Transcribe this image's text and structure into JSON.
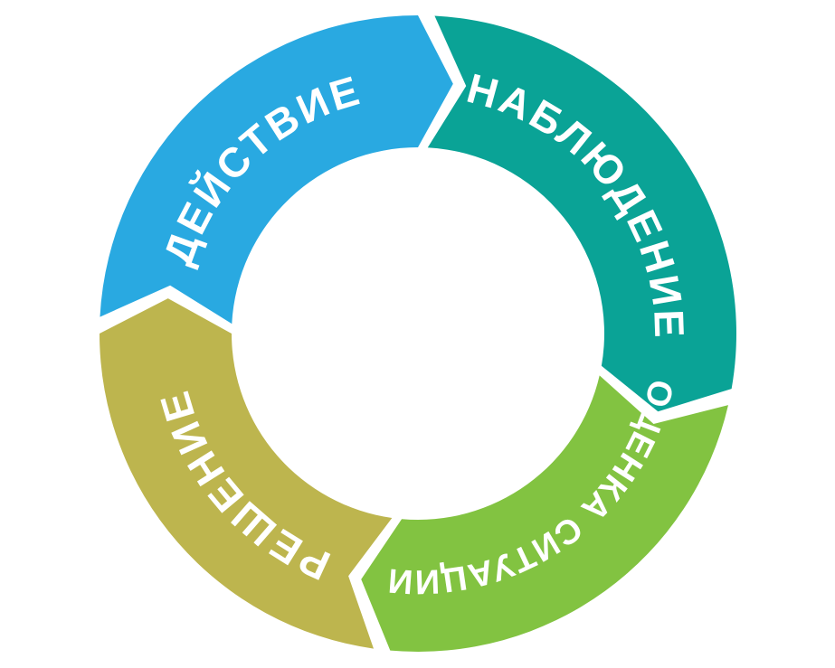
{
  "canvas": {
    "background_color": "#ffffff"
  },
  "diagram": {
    "type": "cycle-ring-arrow-diagram",
    "direction": "clockwise",
    "label_color": "#ffffff",
    "segments": [
      {
        "name": "action",
        "label": "ДЕЙСТВИЕ",
        "color": "#29a9e1",
        "position": "top-left"
      },
      {
        "name": "observation",
        "label": "НАБЛЮДЕНИЕ",
        "color": "#0aa396",
        "position": "top-right"
      },
      {
        "name": "situation-assessment",
        "label": "ОЦЕНКА СИТУАЦИИ",
        "color": "#82c341",
        "position": "bottom-right"
      },
      {
        "name": "decision",
        "label": "РЕШЕНИЕ",
        "color": "#bdb54e",
        "position": "bottom-left"
      }
    ]
  }
}
